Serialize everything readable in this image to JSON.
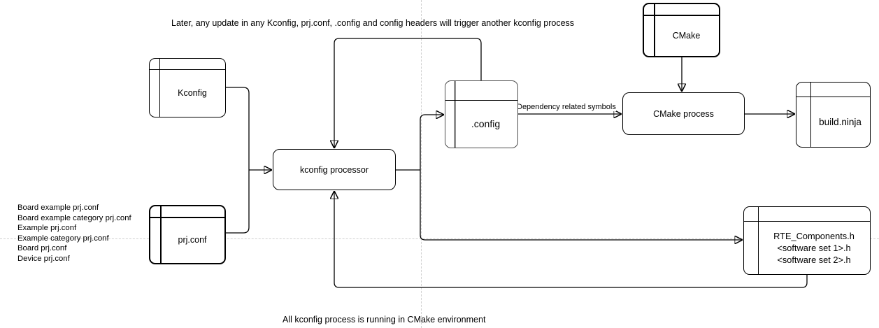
{
  "diagram": {
    "annotations": {
      "top": "Later, any update in any Kconfig, prj.conf, .config and config headers will trigger another kconfig process",
      "bottom": "All kconfig process is running in CMake environment",
      "left_list": [
        "Board example prj.conf",
        "Board example category prj.conf",
        "Example prj.conf",
        "Example category prj.conf",
        "Board prj.conf",
        "Device prj.conf"
      ]
    },
    "nodes": {
      "kconfig": {
        "label": "Kconfig"
      },
      "prj_conf": {
        "label": "prj.conf"
      },
      "kconfig_processor": {
        "label": "kconfig processor"
      },
      "dot_config": {
        "label": ".config"
      },
      "cmake": {
        "label": "CMake"
      },
      "cmake_process": {
        "label": "CMake process"
      },
      "build_ninja": {
        "label": "build.ninja"
      },
      "rte_components": {
        "lines": [
          "RTE_Components.h",
          "<software set 1>.h",
          "<software set 2>.h"
        ]
      }
    },
    "edges": {
      "config_to_cmake_process_label": "Dependency related symbols"
    },
    "colors": {
      "stroke": "#000000",
      "background": "#ffffff",
      "guide_dash": "#cfcfcf",
      "config_accent": "#8f8f8f"
    }
  }
}
